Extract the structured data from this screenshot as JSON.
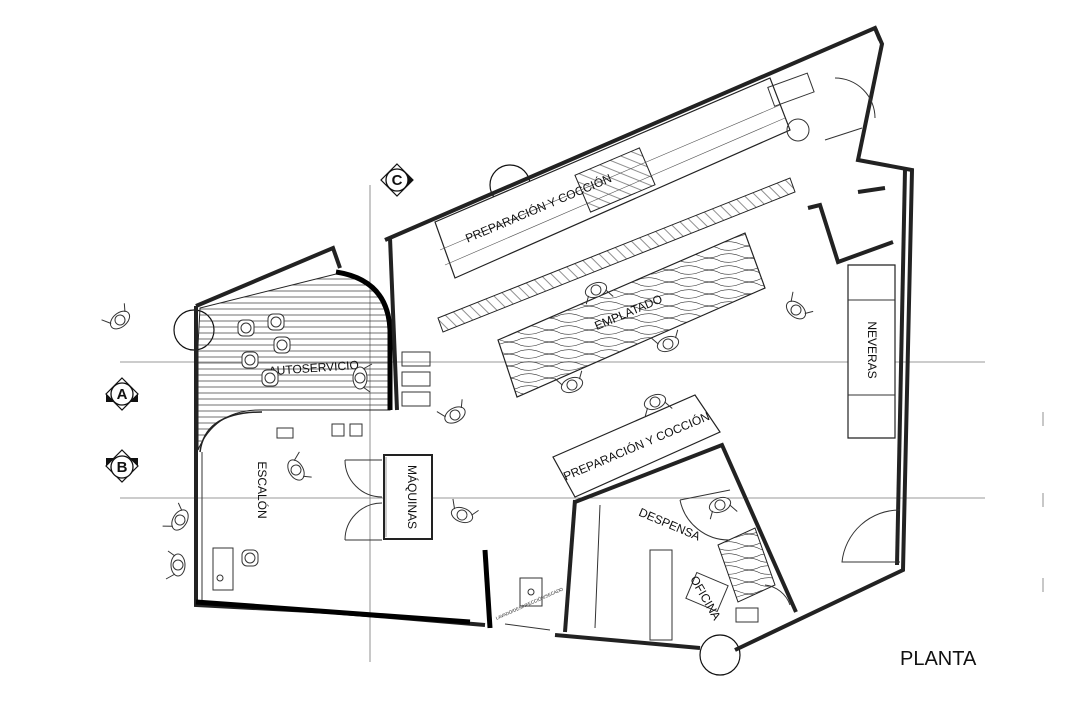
{
  "title": "PLANTA",
  "axes": {
    "a": "A",
    "b": "B",
    "c": "C"
  },
  "rooms": {
    "autoservicio": "AUTOSERVICIO",
    "escalon": "ESCALÓN",
    "maquinas": "MÁQUINAS",
    "preparacion_top": "PREPARACIÓN Y COCCIÓN",
    "emplatado": "EMPLATADO",
    "neveras": "NEVERAS",
    "preparacion_mid": "PREPARACIÓN Y COCCIÓN",
    "despensa": "DESPENSA",
    "oficina": "OFICINA",
    "lavado": "LAVADO/DESINFECCIÓN/SECADO"
  },
  "colors": {
    "line": "#222222",
    "wall_heavy": "#000000",
    "background": "#ffffff"
  }
}
